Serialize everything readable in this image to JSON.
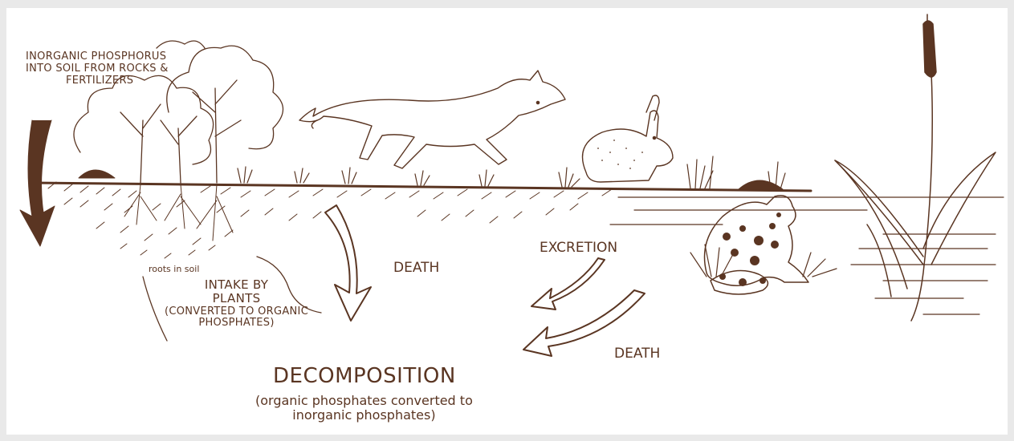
{
  "labels": {
    "inorganic_source": [
      "INORGANIC PHOSPHORUS",
      "INTO SOIL FROM ROCKS &",
      "FERTILIZERS"
    ],
    "roots": "roots in soil",
    "intake": [
      "INTAKE BY",
      "PLANTS",
      "(CONVERTED TO ORGANIC",
      "PHOSPHATES)"
    ],
    "death_left": "DEATH",
    "excretion": "EXCRETION",
    "death_right": "DEATH",
    "decomposition_title": "DECOMPOSITION",
    "decomposition_sub": [
      "(organic phosphates converted to",
      "inorganic phosphates)"
    ]
  },
  "colors": {
    "ink": "#5a3522",
    "page_bg": "#e9e9e9",
    "paper": "#ffffff"
  }
}
